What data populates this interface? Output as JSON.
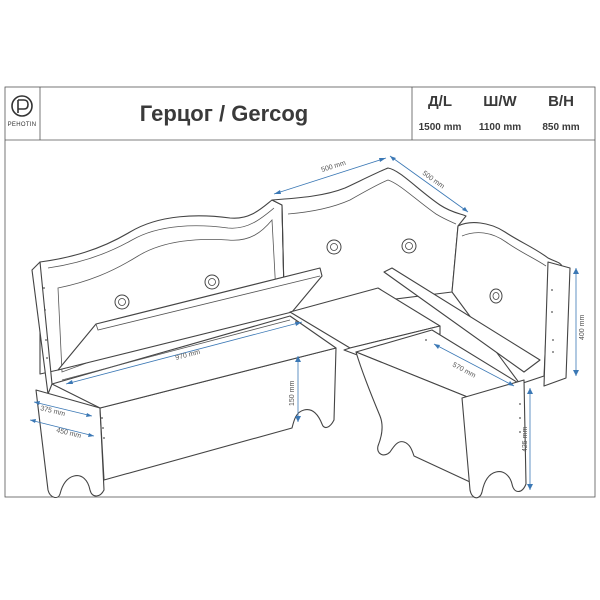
{
  "header": {
    "title": "Герцог / Gercog",
    "logo_text": "PEHOTIN",
    "dimensions": [
      {
        "label": "Д/L",
        "value": "1500 mm"
      },
      {
        "label": "Ш/W",
        "value": "1100 mm"
      },
      {
        "label": "В/Н",
        "value": "850 mm"
      }
    ]
  },
  "drawing": {
    "dim_labels": {
      "back_left": "500 mm",
      "back_right": "500 mm",
      "long_seat": "970 mm",
      "short_seat": "570 mm",
      "seat_depth": "375 mm",
      "base_depth": "450 mm",
      "storage_height": "150 mm",
      "back_height": "400 mm",
      "seat_height": "425 mm"
    },
    "accent_color": "#3b78b5",
    "line_color": "#444444"
  }
}
